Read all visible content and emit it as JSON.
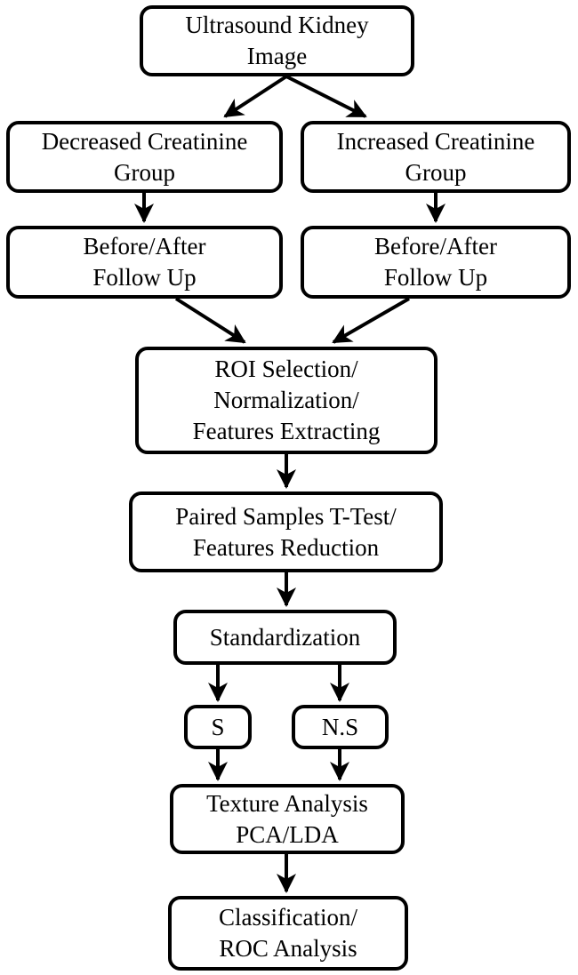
{
  "nodes": {
    "ultrasound": {
      "lines": [
        "Ultrasound Kidney",
        "Image"
      ]
    },
    "decreased_group": {
      "lines": [
        "Decreased Creatinine",
        "Group"
      ]
    },
    "increased_group": {
      "lines": [
        "Increased Creatinine",
        "Group"
      ]
    },
    "decreased_followup": {
      "lines": [
        "Before/After",
        "Follow Up"
      ]
    },
    "increased_followup": {
      "lines": [
        "Before/After",
        "Follow Up"
      ]
    },
    "roi": {
      "lines": [
        "ROI Selection/",
        "Normalization/",
        "Features Extracting"
      ]
    },
    "ttest": {
      "lines": [
        "Paired Samples T-Test/",
        "Features Reduction"
      ]
    },
    "standardization": {
      "lines": [
        "Standardization"
      ]
    },
    "s": {
      "lines": [
        "S"
      ]
    },
    "ns": {
      "lines": [
        "N.S"
      ]
    },
    "texture": {
      "lines": [
        "Texture Analysis",
        "PCA/LDA"
      ]
    },
    "classification": {
      "lines": [
        "Classification/",
        "ROC Analysis"
      ]
    }
  },
  "edges": [
    {
      "from": "ultrasound",
      "to": "decreased_group"
    },
    {
      "from": "ultrasound",
      "to": "increased_group"
    },
    {
      "from": "decreased_group",
      "to": "decreased_followup"
    },
    {
      "from": "increased_group",
      "to": "increased_followup"
    },
    {
      "from": "decreased_followup",
      "to": "roi"
    },
    {
      "from": "increased_followup",
      "to": "roi"
    },
    {
      "from": "roi",
      "to": "ttest"
    },
    {
      "from": "ttest",
      "to": "standardization"
    },
    {
      "from": "standardization",
      "to": "s"
    },
    {
      "from": "standardization",
      "to": "ns"
    },
    {
      "from": "s",
      "to": "texture"
    },
    {
      "from": "ns",
      "to": "texture"
    },
    {
      "from": "texture",
      "to": "classification"
    }
  ]
}
